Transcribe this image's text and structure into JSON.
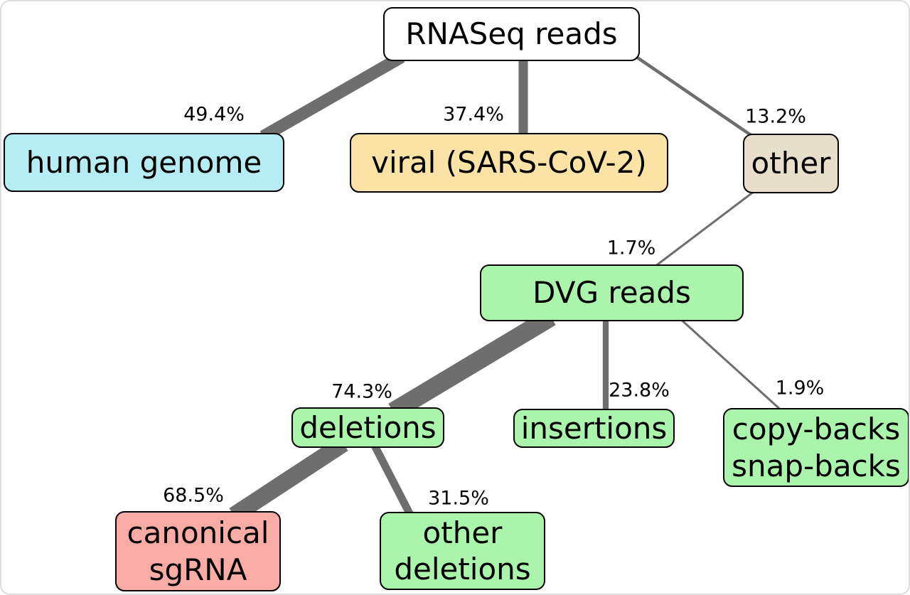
{
  "diagram": {
    "description": "Classification tree of RNASeq reads into mapping categories and DVG read types",
    "root": "RNASeq reads"
  },
  "colors": {
    "edge": "#6e6e6e",
    "node_border": "#000000",
    "background": "#ffffff",
    "frame": "#dedede",
    "fill_blue": "#b6edf4",
    "fill_orange": "#fbe3a5",
    "fill_tan": "#e7dfca",
    "fill_green": "#abf4ab",
    "fill_red": "#f9aca6",
    "fill_white": "#ffffff"
  },
  "nodes": [
    {
      "id": "rnaseq-reads",
      "lines": [
        "RNASeq reads"
      ],
      "fill": "#ffffff"
    },
    {
      "id": "human-genome",
      "lines": [
        "human genome"
      ],
      "fill": "#b6edf4"
    },
    {
      "id": "viral-sars-cov-2",
      "lines": [
        "viral (SARS-CoV-2)"
      ],
      "fill": "#fbe3a5"
    },
    {
      "id": "other",
      "lines": [
        "other"
      ],
      "fill": "#e7dfca"
    },
    {
      "id": "dvg-reads",
      "lines": [
        "DVG reads"
      ],
      "fill": "#abf4ab"
    },
    {
      "id": "deletions",
      "lines": [
        "deletions"
      ],
      "fill": "#abf4ab"
    },
    {
      "id": "insertions",
      "lines": [
        "insertions"
      ],
      "fill": "#abf4ab"
    },
    {
      "id": "copy-backs-snap-backs",
      "lines": [
        "copy-backs",
        "snap-backs"
      ],
      "fill": "#abf4ab"
    },
    {
      "id": "canonical-sgrna",
      "lines": [
        "canonical",
        "sgRNA"
      ],
      "fill": "#f9aca6"
    },
    {
      "id": "other-deletions",
      "lines": [
        "other",
        "deletions"
      ],
      "fill": "#abf4ab"
    }
  ],
  "edges": [
    {
      "from": "rnaseq-reads",
      "to": "human-genome",
      "pct": 49.4,
      "label": "49.4%"
    },
    {
      "from": "rnaseq-reads",
      "to": "viral-sars-cov-2",
      "pct": 37.4,
      "label": "37.4%"
    },
    {
      "from": "rnaseq-reads",
      "to": "other",
      "pct": 13.2,
      "label": "13.2%"
    },
    {
      "from": "other",
      "to": "dvg-reads",
      "pct": 1.7,
      "label": "1.7%"
    },
    {
      "from": "dvg-reads",
      "to": "deletions",
      "pct": 74.3,
      "label": "74.3%"
    },
    {
      "from": "dvg-reads",
      "to": "insertions",
      "pct": 23.8,
      "label": "23.8%"
    },
    {
      "from": "dvg-reads",
      "to": "copy-backs-snap-backs",
      "pct": 1.9,
      "label": "1.9%"
    },
    {
      "from": "deletions",
      "to": "canonical-sgrna",
      "pct": 68.5,
      "label": "68.5%"
    },
    {
      "from": "deletions",
      "to": "other-deletions",
      "pct": 31.5,
      "label": "31.5%"
    }
  ]
}
